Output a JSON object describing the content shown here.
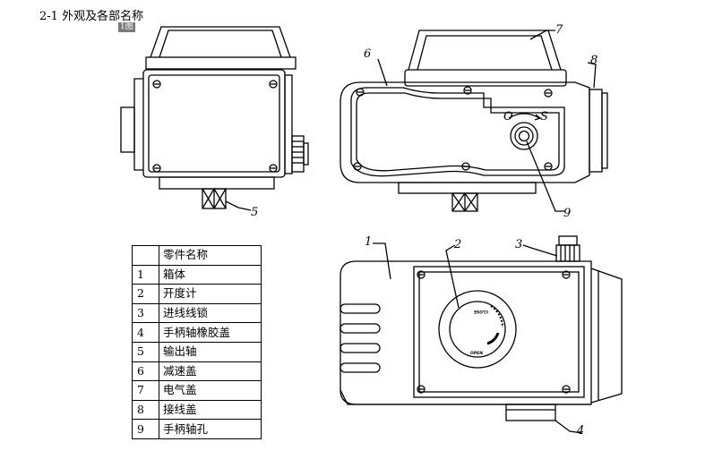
{
  "section_title": "2-1 外观及各部名称",
  "figure_tag": "1图",
  "table": {
    "header": [
      "",
      "零件名称"
    ],
    "rows": [
      {
        "num": "1",
        "name": "箱体"
      },
      {
        "num": "2",
        "name": "开度计"
      },
      {
        "num": "3",
        "name": "进线线锁"
      },
      {
        "num": "4",
        "name": "手柄轴橡胶盖"
      },
      {
        "num": "5",
        "name": "输出轴"
      },
      {
        "num": "6",
        "name": "减速盖"
      },
      {
        "num": "7",
        "name": "电气盖"
      },
      {
        "num": "8",
        "name": "接线盖"
      },
      {
        "num": "9",
        "name": "手柄轴孔"
      }
    ]
  },
  "callouts": {
    "c1": "1",
    "c2": "2",
    "c3": "3",
    "c4": "4",
    "c5": "5",
    "c6": "6",
    "c7": "7",
    "c8": "8",
    "c9": "9"
  },
  "dial": {
    "close": "CLOSE",
    "open": "OPEN"
  },
  "knob": {
    "o": "O",
    "s": "S"
  }
}
